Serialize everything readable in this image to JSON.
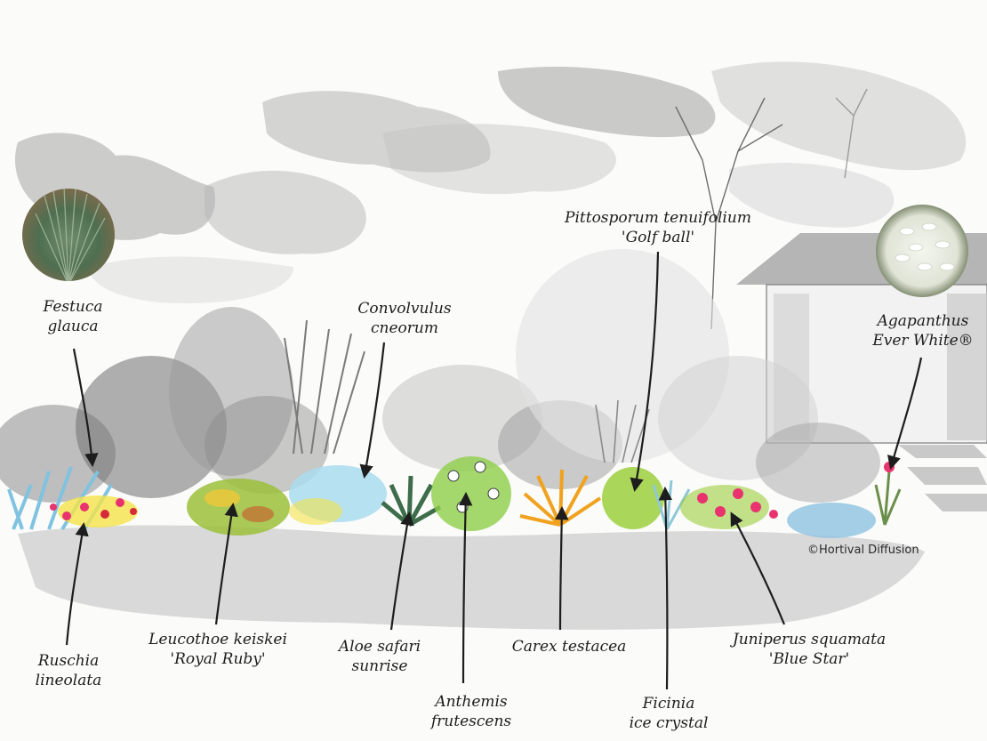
{
  "labels": {
    "festuca": [
      "Festuca",
      "glauca"
    ],
    "convolvulus": [
      "Convolvulus",
      "cneorum"
    ],
    "pittosporum": [
      "Pittosporum tenuifolium",
      "'Golf ball'"
    ],
    "agapanthus": [
      "Agapanthus",
      "Ever White®"
    ],
    "ruschia": [
      "Ruschia",
      "lineolata"
    ],
    "leucothoe": [
      "Leucothoe keiskei",
      "'Royal Ruby'"
    ],
    "aloe": [
      "Aloe safari",
      "sunrise"
    ],
    "anthemis": [
      "Anthemis",
      "frutescens"
    ],
    "carex": [
      "Carex testacea"
    ],
    "ficinia": [
      "Ficinia",
      "ice crystal"
    ],
    "juniperus": [
      "Juniperus squamata",
      "'Blue Star'"
    ]
  },
  "copyright": "©Hortival Diffusion",
  "colors": {
    "ink": "#1d1d1d",
    "wash_gray": "#8f8f8f",
    "blue": "#8fd1ea",
    "yellow": "#f5e34a",
    "orange": "#f0a21e",
    "green": "#9bcf3c",
    "pink": "#e8336f",
    "red": "#d62a3a"
  },
  "photos": [
    "grass-clump-photo",
    "white-agapanthus-photo"
  ]
}
